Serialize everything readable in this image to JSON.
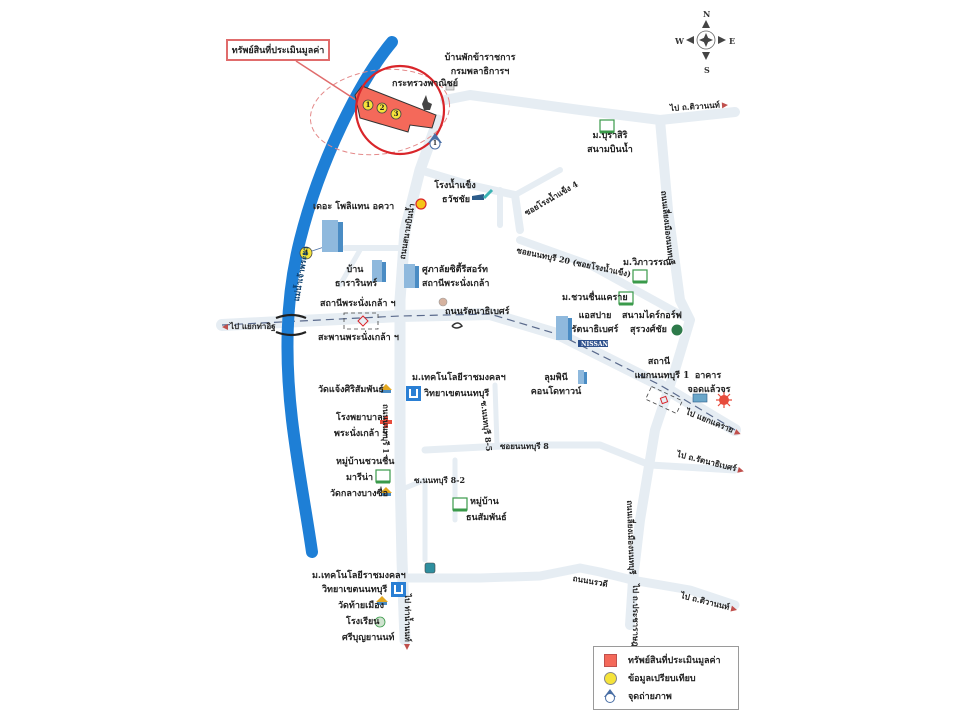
{
  "callout": {
    "label": "ทรัพย์สินที่ประเมินมูลค่า"
  },
  "compass": {
    "north": "N",
    "south": "S",
    "east": "E",
    "west": "W"
  },
  "subject": {
    "markers": [
      "1",
      "2",
      "3"
    ],
    "comparable_marker": "4",
    "photo_point": "1",
    "colors": {
      "property": "#f4695a",
      "circle": "#d9252a",
      "dashed_ellipse": "#e48a8a",
      "marker": "#f5e33a"
    }
  },
  "colors": {
    "river": "#1e7fd6",
    "road": "#e6edf3",
    "rail": "#5a6a8c",
    "red_arrow": "#c0504d"
  },
  "landmarks": {
    "ministry": "กระทรวงพาณิชย์",
    "gov_residence_1": "บ้านพักข้าราชการ",
    "gov_residence_2": "กรมพลาธิการฯ",
    "burasiri_1": "ม.บุราสิริ",
    "burasiri_2": "สนามบินน้ำ",
    "ice_factory_1": "โรงน้ำแข็ง",
    "ice_factory_2": "ธวัชชัย",
    "plantation": "เดอะ โพลิแทน อควา",
    "baan_1": "บ้าน",
    "baan_2": "ธารารินทร์",
    "center_1": "ศูภาลัยซิตี้รีสอร์ท",
    "center_2": "สถานีพระนั่งเกล้า",
    "station_1": "สถานีพระนั่งเกล้า ฯ",
    "bridge": "สะพานพระนั่งเกล้า ฯ",
    "wiparawan": "ม.วิภาวรรณ",
    "chuanchuen": "ม.ชวนชื่นแคราย",
    "lspai_1": "แอสปาย",
    "lspai_2": "รัตนาธิเบศร์",
    "nissan": "NISSAN",
    "golf_1": "สนามไดร์กอร์ฟ",
    "golf_2": "สุรวงศ์ชัย",
    "tech_1": "ม.เทคโนโลยีราชมงคลฯ",
    "tech_2": "วิทยาเขตนนทบุรี",
    "wat_1": "วัดแจ้งศิริสัมพันธ์",
    "hospital_1": "โรงพยาบาล",
    "hospital_2": "พระนั่งเกล้า ฯ",
    "lumpini_1": "ลุมพินี",
    "lumpini_2": "คอนโดทาวน์",
    "station_2a": "สถานี",
    "station_2b": "แยกนนทบุรี 1",
    "building_1": "อาคาร",
    "building_2": "จอดแล้วจร",
    "village_1a": "หมู่บ้านชวนชื่น",
    "village_1b": "มารีน่า",
    "wat_2": "วัดกลางบางซื่อ",
    "village_2a": "หมู่บ้าน",
    "village_2b": "ธนสัมพันธ์",
    "tech_b1": "ม.เทคโนโลยีราชมงคลฯ",
    "tech_b2": "วิทยาเขตนนทบุรี",
    "wat_3": "วัดท้ายเมือง",
    "school_1": "โรงเรียน",
    "school_2": "ศรีบุญยานนท์"
  },
  "roads": {
    "river": "แม่น้ำเจ้าพระยา",
    "sanambinnam": "ถนนสนามบินน้ำ",
    "ice_soi4": "ซอยโรงน้ำแข็ง 4",
    "soi20": "ซอยนนทบุรี 20 (ซอยโรงน้ำแข็ง)",
    "rattanathibet": "ถนนรัตนาธิเบศร์",
    "liang_muang_top": "ถนนเลี่ยงเมืองนนทบุรี",
    "nonthaburi1": "ถนนนนทบุรี 1",
    "soi8": "ซอยนนทบุรี 8",
    "soi8_5": "ซ.นนทบุรี 8-5",
    "soi8_2": "ซ.นนทบุรี 8-2",
    "nonsawat": "ถนนนรวดี",
    "liang_muang_bottom": "ถนนเลี่ยงเมืองนนทบุรี"
  },
  "directions": {
    "to_tiwanon_top": "ไป ถ.ติวานนท์",
    "to_khae_rai": "ไป แยกแคราย",
    "to_rattanathibet": "ไป ถ.รัตนาธิเบศร์",
    "to_tha_it": "ไป แยกท่าอิฐ",
    "to_tha_nam": "ไป ท่าน้ำนนท์",
    "to_prachachuen": "ไป ถ.ประชาราษฎร์",
    "to_tiwanon_bottom": "ไป ถ.ติวานนท์"
  },
  "legend": {
    "items": [
      {
        "symbol": "red-square",
        "label": "ทรัพย์สินที่ประเมินมูลค่า"
      },
      {
        "symbol": "yellow-circle",
        "label": "ข้อมูลเปรียบเทียบ"
      },
      {
        "symbol": "photo-point",
        "label": "จุดถ่ายภาพ"
      }
    ]
  }
}
